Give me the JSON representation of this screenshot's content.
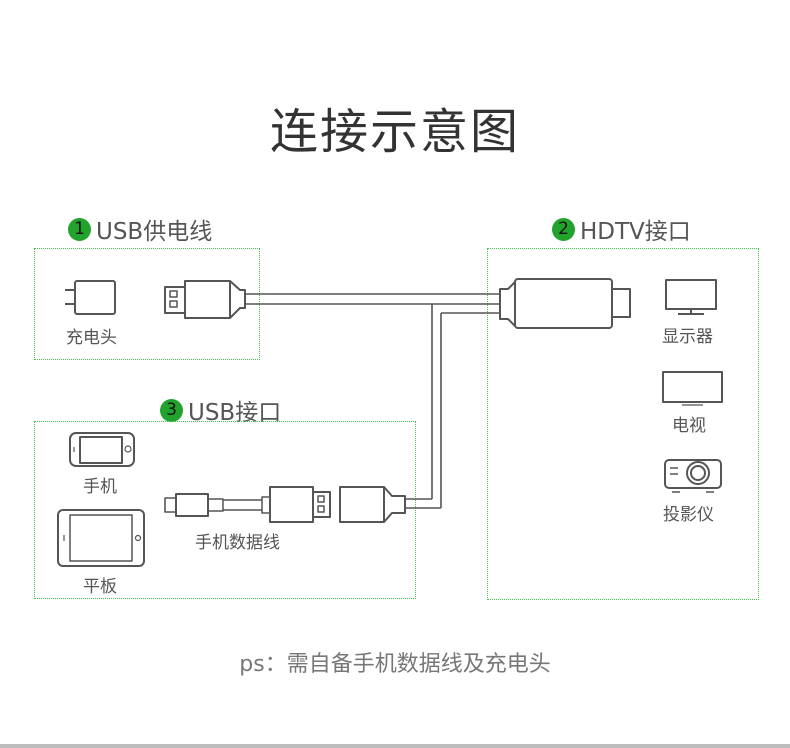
{
  "title": "连接示意图",
  "sections": [
    {
      "number": "1",
      "label": "USB供电线"
    },
    {
      "number": "2",
      "label": "HDTV接口"
    },
    {
      "number": "3",
      "label": "USB接口"
    }
  ],
  "devices": {
    "charger": "充电头",
    "monitor": "显示器",
    "tv": "电视",
    "projector": "投影仪",
    "phone": "手机",
    "tablet": "平板",
    "data_cable": "手机数据线"
  },
  "note": "ps：需自备手机数据线及充电头",
  "colors": {
    "accent": "#22a32e",
    "border": "#3cc24b",
    "line": "#555555"
  }
}
